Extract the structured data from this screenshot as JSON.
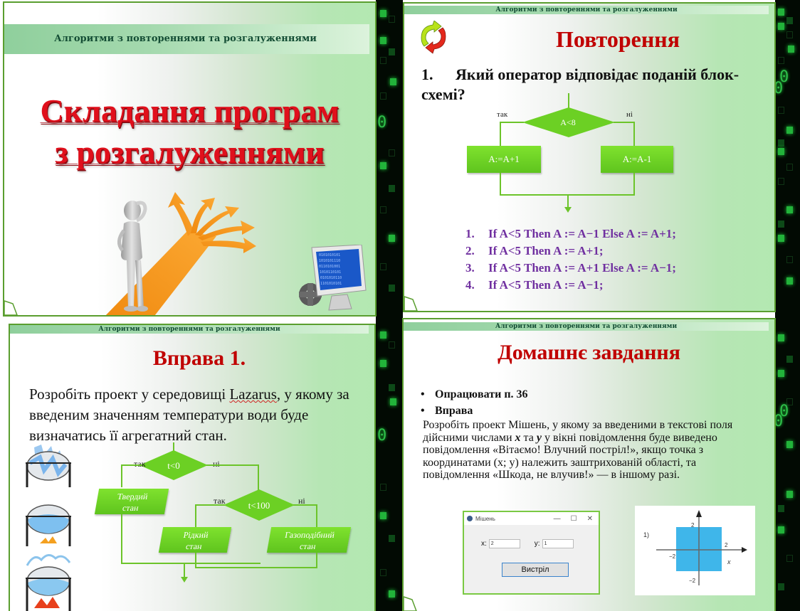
{
  "common": {
    "header_text": "Алгоритми з повтореннями та розгалуженнями"
  },
  "colors": {
    "slide_border": "#5a9e2f",
    "title_red": "#c00000",
    "answer_purple": "#7030a0",
    "flowchart_green": "#6cc42a",
    "matrix_bg": "#020a03",
    "matrix_green": "#22b33a"
  },
  "slide1": {
    "header": "Алгоритми з повтореннями та розгалуженнями",
    "title_line1": "Складання програм",
    "title_line2": "з розгалуженнями",
    "images": [
      "thinking-figure-crossroads",
      "computer-monitor-gear"
    ]
  },
  "slide2": {
    "header": "Алгоритми з повтореннями та розгалуженнями",
    "icon": "refresh-cycle-icon",
    "title": "Повторення",
    "question_number": "1.",
    "question_text": "Який оператор відповідає поданій блок-схемі?",
    "flowchart": {
      "condition": "A<8",
      "yes_label": "так",
      "no_label": "ні",
      "yes_action": "A:=A+1",
      "no_action": "A:=A-1"
    },
    "answers": [
      {
        "n": "1.",
        "text": "If A<5 Then A := A−1 Else A := A+1;"
      },
      {
        "n": "2.",
        "text": "If A<5 Then A := A+1;"
      },
      {
        "n": "3.",
        "text": "If A<5 Then A := A+1 Else A := A−1;"
      },
      {
        "n": "4.",
        "text": "If A<5 Then A := A−1;"
      }
    ]
  },
  "slide3": {
    "header": "Алгоритми з повтореннями та розгалуженнями",
    "title": "Вправа 1.",
    "body_before": "Розробіть проект у середовищі ",
    "body_link": "Lazarus",
    "body_after": ", у якому за введеним значенням температури води буде визначатись її агрегатний стан.",
    "flowchart": {
      "cond1": "t<0",
      "cond2": "t<100",
      "yes_label": "так",
      "no_label": "ні",
      "solid": "Твердий стан",
      "liquid": "Рідкий стан",
      "gas": "Газоподібний стан"
    },
    "images": [
      "pot-ice",
      "pot-water-heating",
      "pot-boiling"
    ]
  },
  "slide4": {
    "header": "Алгоритми з повтореннями та розгалуженнями",
    "title": "Домашнє завдання",
    "bullets": [
      "Опрацювати п. 36",
      "Вправа"
    ],
    "task": {
      "p1": "Розробіть проект Мішень, у якому за введеними в текстові поля дійсними числами ",
      "x": "x",
      "mid": " та ",
      "y": "y",
      "p2": " у вікні повідомлення буде виведено повідомлення «Вітаємо! Влучний постріл!», якщо точка з координатами (x; y) належить заштрихованій області, та повідомлення «Шкода, не влучив!» — в іншому разі."
    },
    "window": {
      "title": "Мішень",
      "minimize": "—",
      "maximize": "☐",
      "close": "✕",
      "x_label": "x:",
      "x_value": "2",
      "y_label": "y:",
      "y_value": "1",
      "button": "Вистріл"
    },
    "graph": {
      "label": "1)",
      "tick_pos": "2",
      "tick_neg": "−2",
      "axis_x": "x",
      "fill": "#3fb6ea"
    }
  }
}
